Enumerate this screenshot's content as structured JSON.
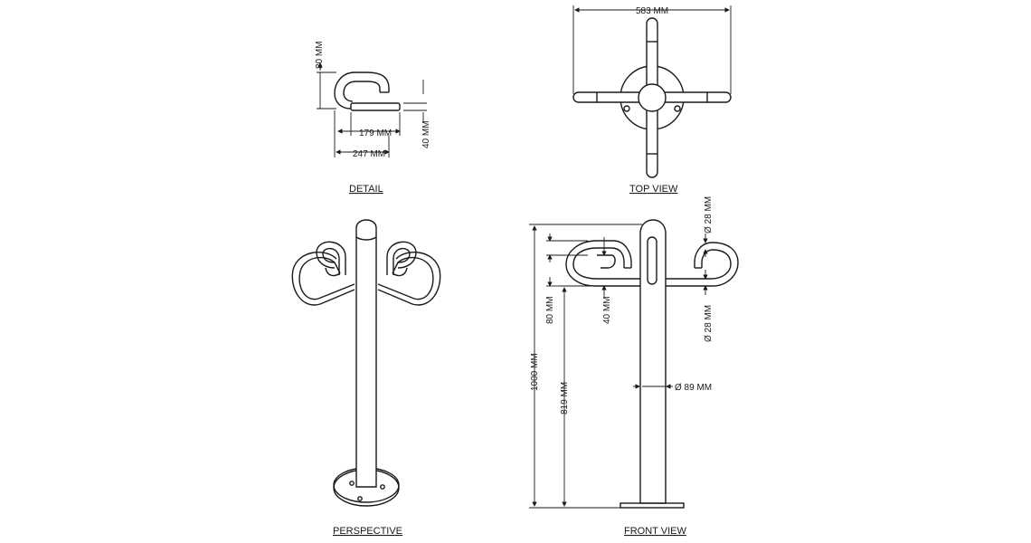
{
  "captions": {
    "detail": "DETAIL",
    "top_view": "TOP VIEW",
    "perspective": "PERSPECTIVE",
    "front_view": "FRONT VIEW"
  },
  "dimensions": {
    "detail_height": "80 MM",
    "detail_inner_width": "179 MM",
    "detail_outer_width": "247 MM",
    "detail_thickness": "40 MM",
    "top_width": "583 MM",
    "front_total_height": "1000 MM",
    "front_handle_height": "819 MM",
    "front_80": "80 MM",
    "front_40": "40 MM",
    "front_tube_top": "Ø 28 MM",
    "front_tube_bottom": "Ø 28 MM",
    "front_post_diameter": "Ø 89 MM"
  }
}
